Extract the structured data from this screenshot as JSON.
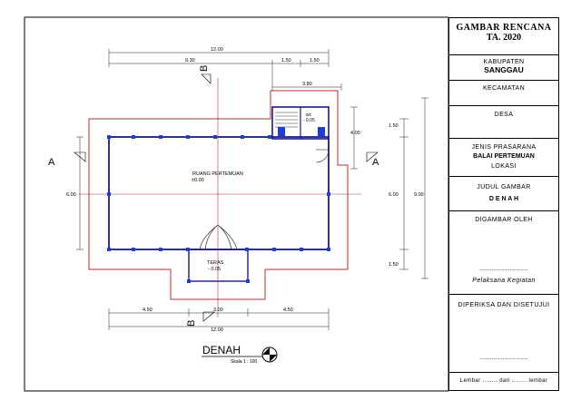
{
  "title_block": {
    "title_line1": "GAMBAR RENCANA",
    "title_line2": "TA. 2020",
    "kabupaten_label": "KABUPATEN",
    "kabupaten_value": "SANGGAU",
    "kecamatan_label": "KECAMATAN",
    "desa_label": "DESA",
    "jenis_label": "JENIS PRASARANA",
    "jenis_value": "BALAI PERTEMUAN",
    "lokasi_label": "LOKASI",
    "judul_label": "JUDUL GAMBAR",
    "judul_value": "D E N A H",
    "digambar_label": "DIGAMBAR OLEH",
    "pelaksana_dots": "................................",
    "pelaksana_label": "Pelaksana Kegiatan",
    "diperiksa_label": "DIPERIKSA DAN DISETUJUI",
    "diperiksa_dots": "................................",
    "lembar_text": "Lembar ........ dari ........ lembar"
  },
  "plan": {
    "room_label": "RUANG PERTEMUAN",
    "room_level": "±0.00",
    "teras_label": "TERAS",
    "teras_level": "- 0.05",
    "wc_label": "wc",
    "wc_level": "- 0.05",
    "section_a": "A",
    "section_b": "B",
    "drawing_title": "DENAH",
    "scale": "Skala 1 : 100"
  },
  "dimensions": {
    "top_total": "12.00",
    "top_left": "9.30",
    "top_mid": "1.50",
    "top_right": "1.50",
    "top_wc": "3.80",
    "bottom_total": "12.00",
    "bottom_left": "4.50",
    "bottom_mid": "3.00",
    "bottom_right": "4.50",
    "right_top": "1.50",
    "right_mid": "6.00",
    "right_bottom": "1.50",
    "right_total": "9.00",
    "right_wc": "4.00",
    "left_height": "6.00"
  },
  "colors": {
    "wall": "#1a1a8c",
    "outline": "#b03030",
    "column": "#1f3fcc",
    "line": "#222222"
  }
}
